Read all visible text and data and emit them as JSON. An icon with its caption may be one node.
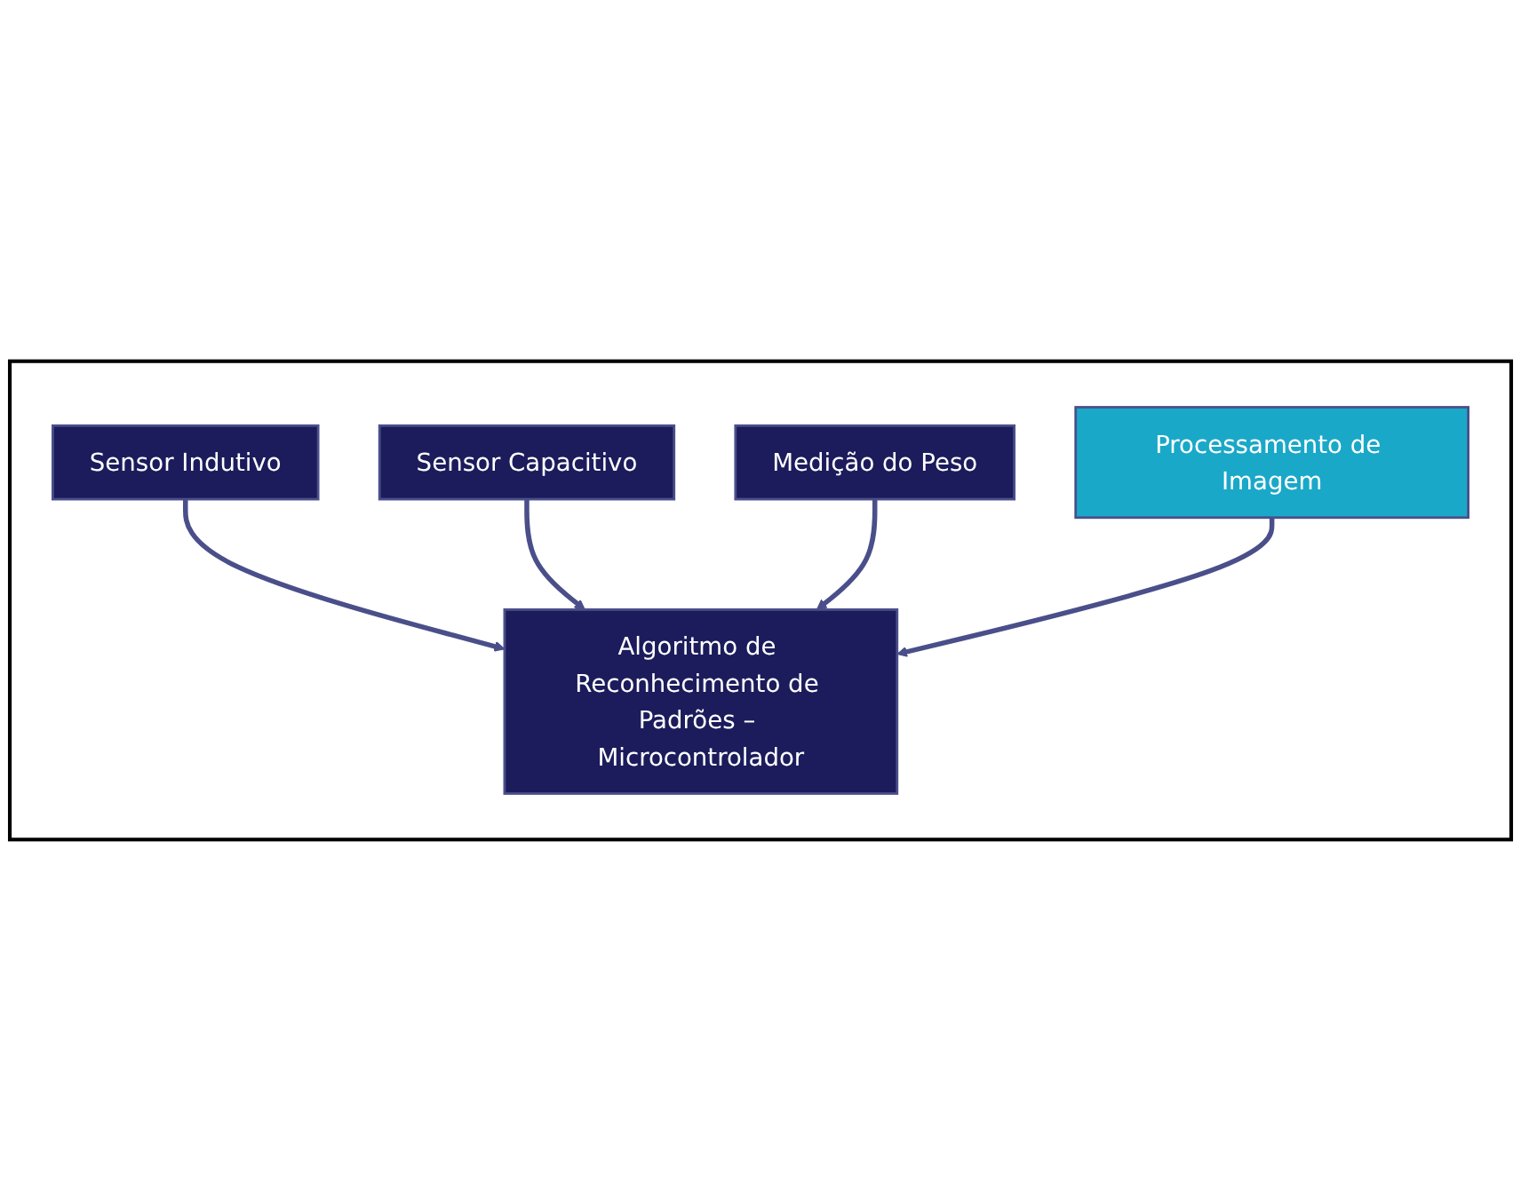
{
  "diagram": {
    "nodes": [
      {
        "text": [],
        "shape": "box"
      },
      {
        "text": [
          "Sensor Indutivo"
        ],
        "in": 0
      },
      {
        "text": [
          "Sensor Capacitivo"
        ],
        "in": 0
      },
      {
        "text": [
          "Algoritmo de Reconhecimento de Padrões – Microcontrolador"
        ],
        "in": 0
      },
      {
        "text": [
          "Medição do Peso"
        ],
        "in": 0
      },
      {
        "text": [
          "Processamento de Imagem"
        ],
        "in": 0
      }
    ],
    "edges": [
      {
        "from": 1,
        "to": 3,
        "arrow": "to"
      },
      {
        "from": 2,
        "to": 3,
        "arrow": "to"
      },
      {
        "from": 4,
        "to": 3,
        "arrow": "to"
      },
      {
        "from": 5,
        "to": 3,
        "arrow": "to"
      }
    ]
  }
}
